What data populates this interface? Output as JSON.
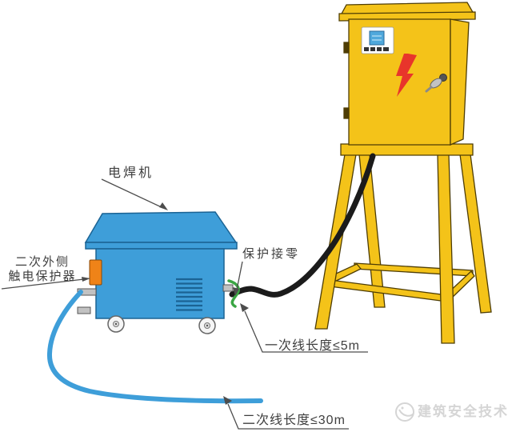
{
  "labels": {
    "welder": "电焊机",
    "protector_line1": "二次外侧",
    "protector_line2": "触电保护器",
    "grounding": "保护接零",
    "primary_line": "一次线长度≤5m",
    "secondary_line": "二次线长度≤30m"
  },
  "watermark": {
    "text": "建筑安全技术"
  },
  "colors": {
    "box_yellow": "#F4C319",
    "box_outline": "#4E3D05",
    "machine_blue": "#3E9ED9",
    "machine_outline": "#1B6394",
    "cable_black": "#1B1B1B",
    "cable_blue": "#3E9ED9",
    "protector_orange": "#EF8318",
    "ground_green": "#3BA644",
    "bolt_red": "#E8352B",
    "metal_gray": "#C2C2C2",
    "label_text": "#3F3F3F",
    "leader": "#4D4D4D",
    "watermark_gray": "#D5D5D5",
    "logo_blue": "#4FA8DC"
  }
}
